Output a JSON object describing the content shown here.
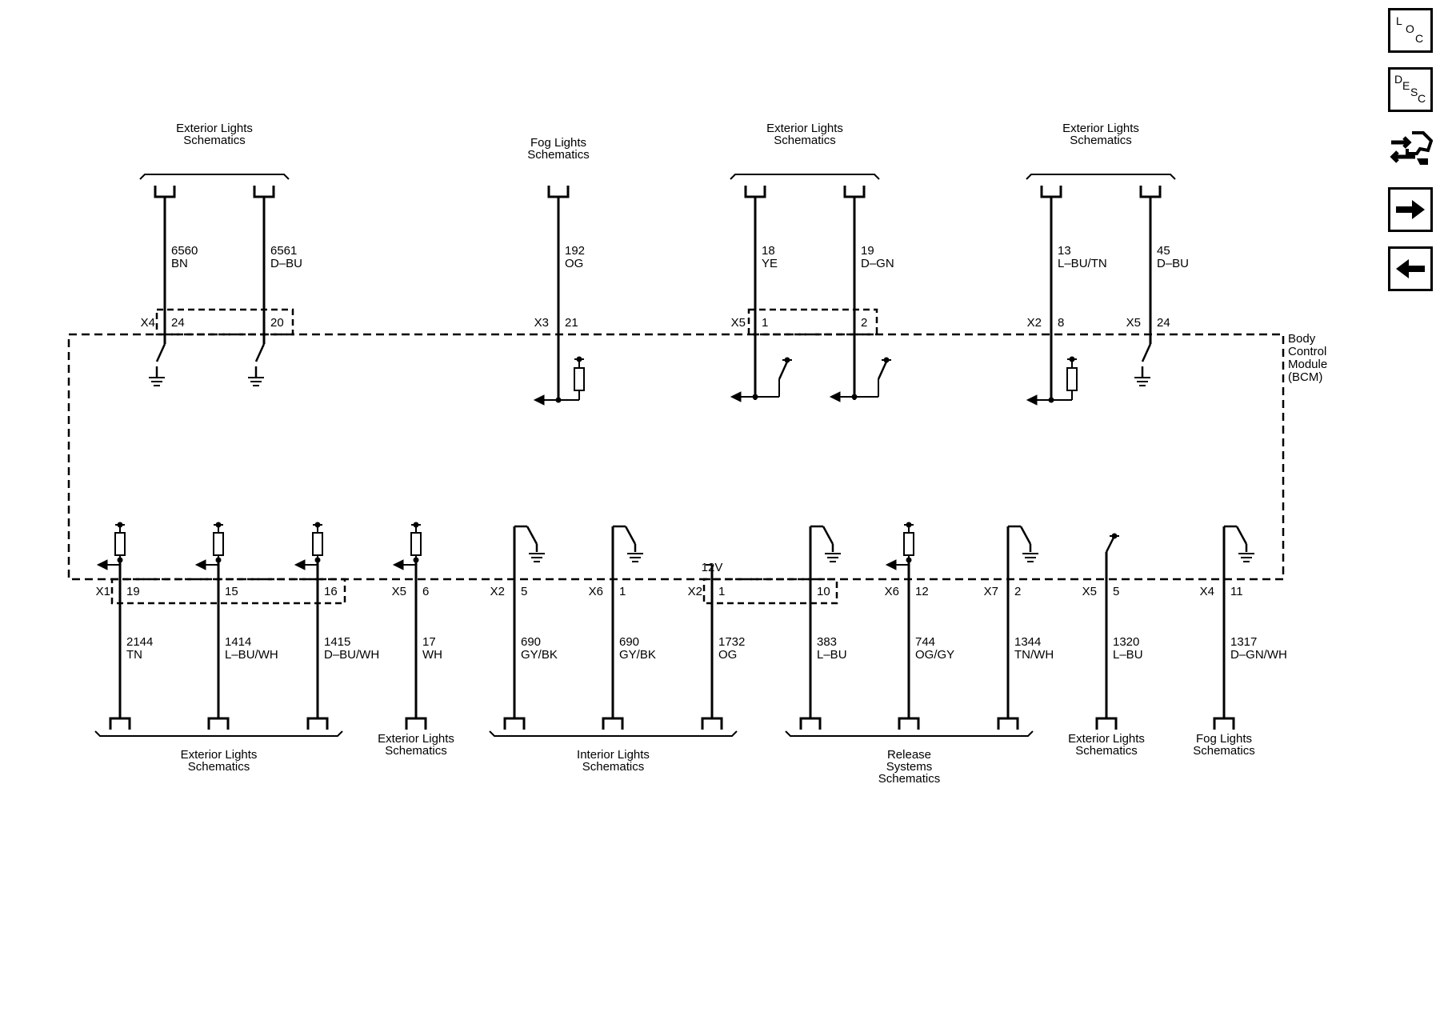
{
  "side_buttons": {
    "loc": [
      "L",
      "O",
      "C"
    ],
    "desc": [
      "D",
      "E",
      "S",
      "C"
    ],
    "labels": [
      "locator-button",
      "description-button",
      "connector-button",
      "next-page-button",
      "previous-page-button"
    ]
  },
  "module": {
    "name_lines": [
      "Body",
      "Control",
      "Module",
      "(BCM)"
    ]
  },
  "top_destinations": [
    {
      "lines": [
        "Exterior Lights",
        "Schematics"
      ],
      "circuits": [
        0,
        1
      ]
    },
    {
      "lines": [
        "Fog Lights",
        "Schematics"
      ],
      "circuits": [
        2
      ]
    },
    {
      "lines": [
        "Exterior Lights",
        "Schematics"
      ],
      "circuits": [
        3,
        4
      ]
    },
    {
      "lines": [
        "Exterior Lights",
        "Schematics"
      ],
      "circuits": [
        5,
        6
      ]
    }
  ],
  "top_circuits": [
    {
      "circuit": "6560",
      "color": "BN",
      "connector": "X4",
      "pin": "24"
    },
    {
      "circuit": "6561",
      "color": "D–BU",
      "connector": "",
      "pin": "20"
    },
    {
      "circuit": "192",
      "color": "OG",
      "connector": "X3",
      "pin": "21"
    },
    {
      "circuit": "18",
      "color": "YE",
      "connector": "X5",
      "pin": "1"
    },
    {
      "circuit": "19",
      "color": "D–GN",
      "connector": "",
      "pin": "2"
    },
    {
      "circuit": "13",
      "color": "L–BU/TN",
      "connector": "X2",
      "pin": "8"
    },
    {
      "circuit": "45",
      "color": "D–BU",
      "connector": "X5",
      "pin": "24"
    }
  ],
  "bottom_circuits": [
    {
      "circuit": "2144",
      "color": "TN",
      "connector": "X1",
      "pin": "19"
    },
    {
      "circuit": "1414",
      "color": "L–BU/WH",
      "connector": "",
      "pin": "15"
    },
    {
      "circuit": "1415",
      "color": "D–BU/WH",
      "connector": "",
      "pin": "16"
    },
    {
      "circuit": "17",
      "color": "WH",
      "connector": "X5",
      "pin": "6"
    },
    {
      "circuit": "690",
      "color": "GY/BK",
      "connector": "X2",
      "pin": "5"
    },
    {
      "circuit": "690",
      "color": "GY/BK",
      "connector": "X6",
      "pin": "1"
    },
    {
      "circuit": "1732",
      "color": "OG",
      "connector": "X2",
      "pin": "1"
    },
    {
      "circuit": "383",
      "color": "L–BU",
      "connector": "",
      "pin": "10"
    },
    {
      "circuit": "744",
      "color": "OG/GY",
      "connector": "X6",
      "pin": "12"
    },
    {
      "circuit": "1344",
      "color": "TN/WH",
      "connector": "X7",
      "pin": "2"
    },
    {
      "circuit": "1320",
      "color": "L–BU",
      "connector": "X5",
      "pin": "5"
    },
    {
      "circuit": "1317",
      "color": "D–GN/WH",
      "connector": "X4",
      "pin": "11"
    }
  ],
  "bottom_destinations": [
    {
      "lines": [
        "Exterior Lights",
        "Schematics"
      ],
      "circuits": [
        0,
        1,
        2
      ]
    },
    {
      "lines": [
        "Exterior Lights",
        "Schematics"
      ],
      "circuits": [
        3
      ]
    },
    {
      "lines": [
        "Interior Lights",
        "Schematics"
      ],
      "circuits": [
        4,
        5,
        6
      ]
    },
    {
      "lines": [
        "Release",
        "Systems",
        "Schematics"
      ],
      "circuits": [
        7,
        8,
        9
      ]
    },
    {
      "lines": [
        "Exterior Lights",
        "Schematics"
      ],
      "circuits": [
        10
      ]
    },
    {
      "lines": [
        "Fog Lights",
        "Schematics"
      ],
      "circuits": [
        11
      ]
    }
  ],
  "voltage_label": "12V"
}
